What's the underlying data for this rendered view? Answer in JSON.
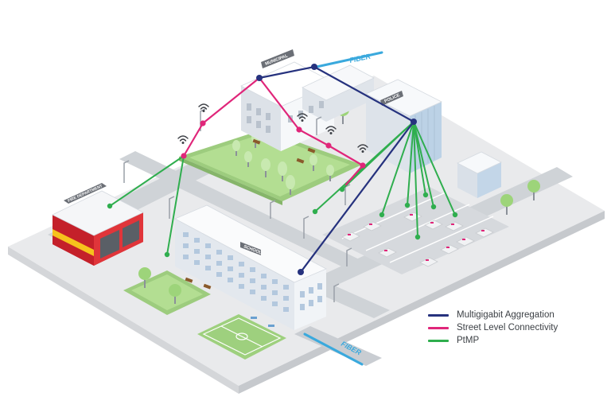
{
  "labels": {
    "municipal": "MUNICIPAL",
    "police": "POLICE",
    "fire_department": "FIRE DEPARTMENT",
    "school": "SCHOOL",
    "fiber_top": "FIBER",
    "fiber_bottom": "FIBER"
  },
  "legend": [
    {
      "label": "Multigigabit Aggregation",
      "color": "#26327e"
    },
    {
      "label": "Street Level Connectivity",
      "color": "#e0267a"
    },
    {
      "label": "PtMP",
      "color": "#2fae4e"
    }
  ],
  "colors": {
    "aggregation": "#26327e",
    "street": "#e0267a",
    "ptmp": "#2fae4e",
    "fiber": "#3aa9dd",
    "lawn": "#a9d98a",
    "ground": "#ececec",
    "road": "#cfd3d7",
    "fire_red": "#d7282e",
    "fire_yellow": "#f6c21c"
  },
  "icons": {
    "wifi": "wifi-icon",
    "tree": "tree-icon",
    "car": "car-icon",
    "bench": "bench-icon",
    "streetlight": "streetlight-icon"
  }
}
